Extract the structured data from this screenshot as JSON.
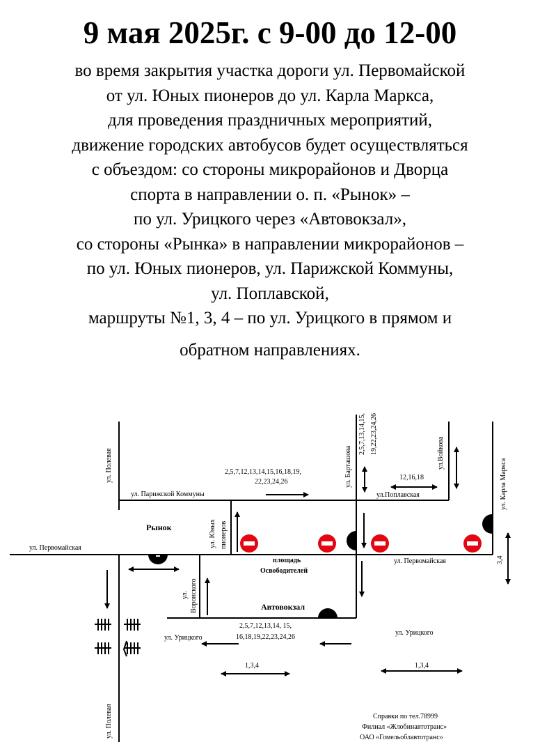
{
  "header": {
    "title": "9 мая 2025г. с 9-00 до 12-00"
  },
  "body_lines": [
    "во время закрытия участка дороги  ул. Первомайской",
    "от ул. Юных пионеров до ул. Карла Маркса,",
    "для проведения праздничных мероприятий,",
    "движение городских автобусов будет осуществляться",
    "с объездом: со стороны микрорайонов и Дворца",
    "спорта в направлении о. п. «Рынок» –",
    "по ул. Урицкого через «Автовокзал»,",
    "со стороны «Рынка» в направлении микрорайонов –",
    "по ул. Юных пионеров, ул. Парижской Коммуны,",
    "ул. Поплавской,",
    "маршруты №1, 3, 4 – по ул. Урицкого в прямом и",
    "обратном направлениях."
  ],
  "map": {
    "streets": {
      "polevaya_top": "ул. Полевая",
      "polevaya_bottom": "ул. Полевая",
      "parizhskoy": "ул. Парижской Коммуны",
      "pervomayskaya_left": "ул. Первомайская",
      "pervomayskaya_right": "ул. Первомайская",
      "yunykh_1": "ул. Юных",
      "yunykh_2": "пионеров",
      "voronskogo_1": "ул.",
      "voronskogo_2": "Воронского",
      "uritskogo_left": "ул. Урицкого",
      "uritskogo_right": "ул. Урицкого",
      "bartashova": "ул. Барташова",
      "poplavskaya": "ул.Поплавская",
      "voykova": "ул.Войкова",
      "karla_marksa": "ул. Карла Маркса"
    },
    "places": {
      "rynok": "Рынок",
      "ploshchad_1": "площадь",
      "ploshchad_2": "Освободителей",
      "avtovokzal": "Автовокзал"
    },
    "routes": {
      "parizh_1": "2,5,7,12,13,14,15,16,18,19,",
      "parizh_2": "22,23,24,26",
      "bartashova_1": "2,5,7,13,14,15,",
      "bartashova_2": "19,22,23,24,26",
      "poplav": "12,16,18",
      "karla": "3,4",
      "urits_1": "2,5,7,12,13,14, 15,",
      "urits_2": "16,18,19,22,23,24,26",
      "r134_left": "1,3,4",
      "r134_right": "1,3,4"
    },
    "footer": {
      "line1": "Справки по тел.78999",
      "line2": "Филиал «Жлобинавтотранс»",
      "line3": "ОАО «Гомельоблавтотранс»"
    }
  }
}
